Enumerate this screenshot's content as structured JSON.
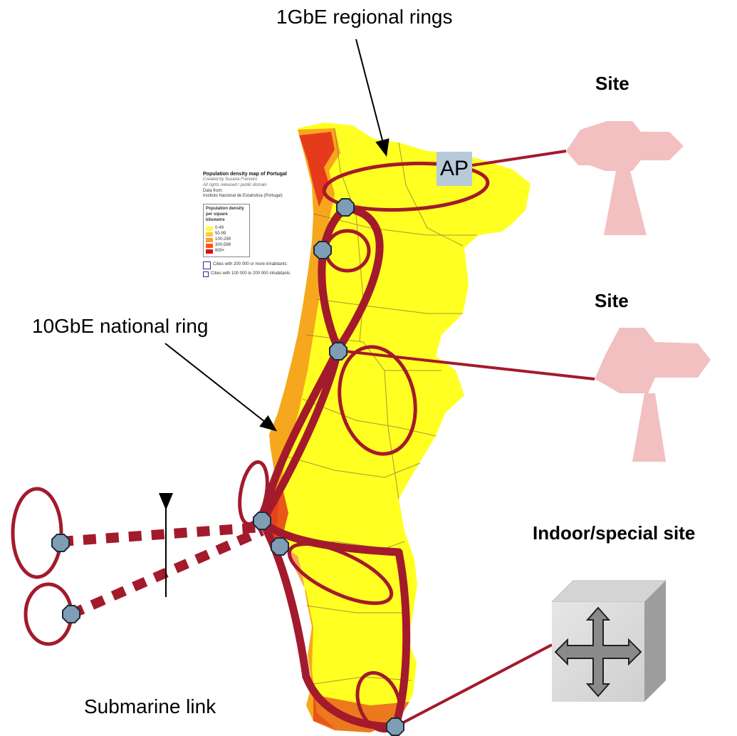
{
  "labels": {
    "regional_rings": "1GbE regional rings",
    "national_ring": "10GbE national ring",
    "submarine_link": "Submarine link",
    "site_top": "Site",
    "site_middle": "Site",
    "indoor_site": "Indoor/special site",
    "ap": "AP"
  },
  "map_legend": {
    "title": "Population density map of Portugal",
    "credit_1": "Created by Susana Freixeiro",
    "credit_2": "All rights released / public domain",
    "data_from": "Data from:",
    "source": "Instituto Nacional de Estatística (Portugal)",
    "box_title": "Population density per square kilometre",
    "classes": [
      {
        "label": "0-49",
        "color": "#ffff33"
      },
      {
        "label": "50-99",
        "color": "#ffcc33"
      },
      {
        "label": "100-299",
        "color": "#ff9933"
      },
      {
        "label": "300-599",
        "color": "#ff5511"
      },
      {
        "label": "600+",
        "color": "#dd1111"
      }
    ],
    "city_large": "Cities with 200 000 or more inhabitants",
    "city_medium": "Cities with 100 000 to 200 000 inhabitants"
  },
  "colors": {
    "ring": "#a31a2c",
    "node": "#7f9db5",
    "site": "#f2c0c0",
    "map_fill": "#ffff22",
    "map_dense": "#f48a1c",
    "map_red": "#e0201a"
  },
  "icons": {
    "site_top": "site-tower-icon",
    "site_middle": "site-tower-icon",
    "indoor_site": "router-cube-icon"
  }
}
